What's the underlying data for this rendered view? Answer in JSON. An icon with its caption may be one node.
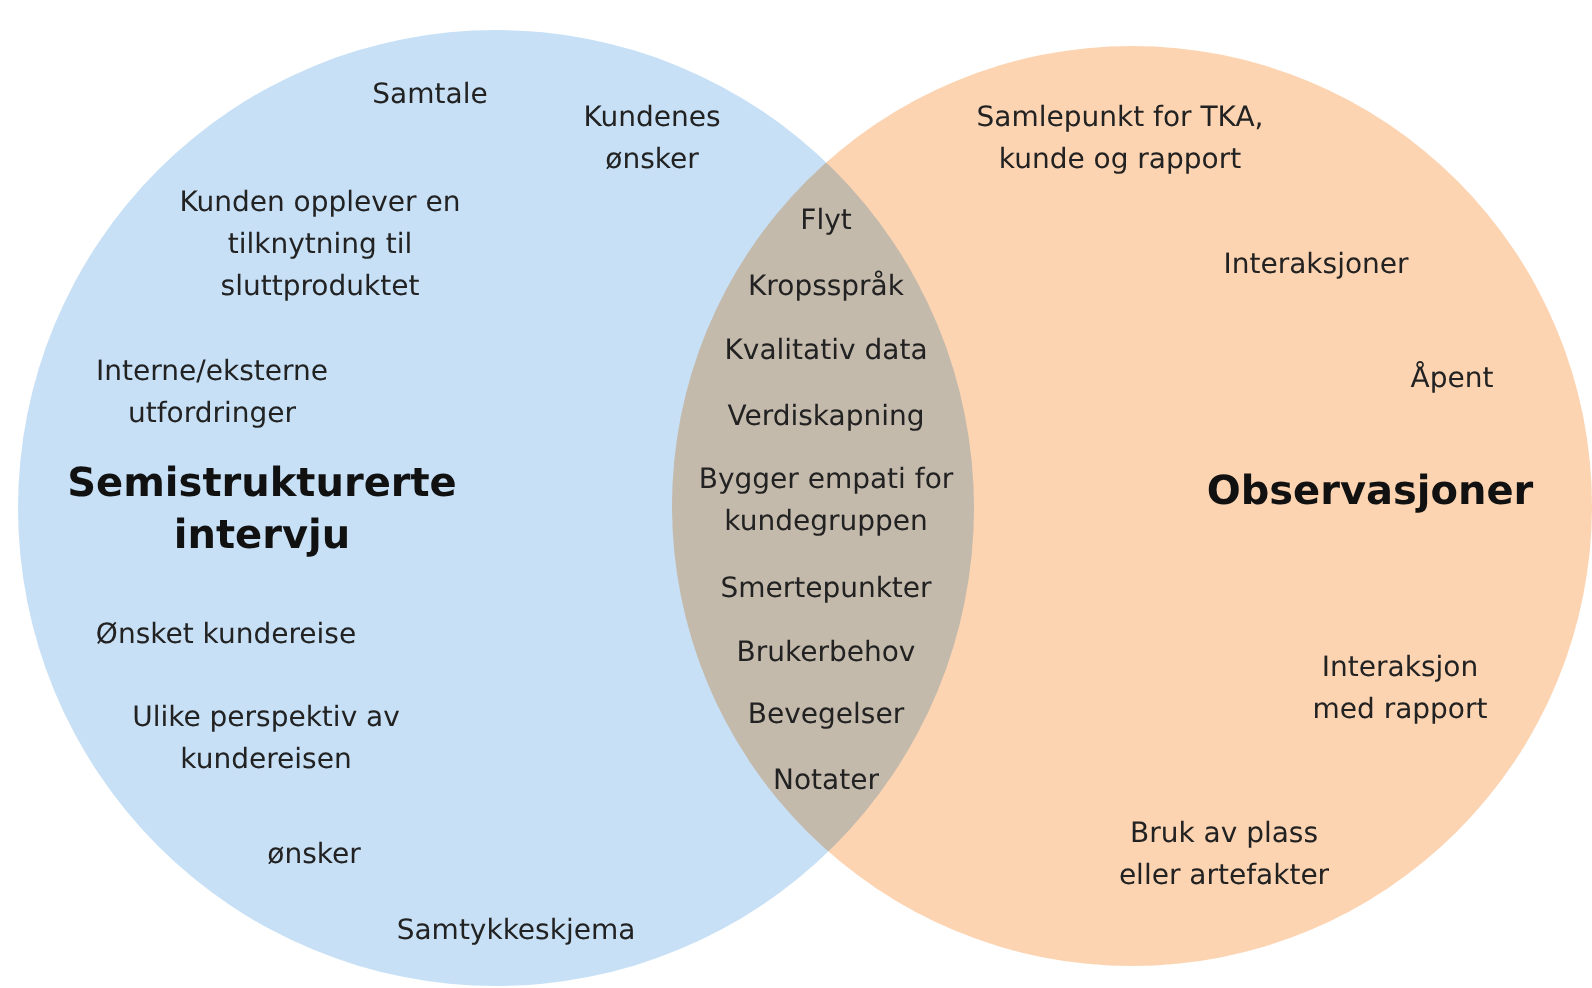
{
  "diagram": {
    "nodes": [
      {
        "text": [
          "Semistrukturerte intervju"
        ]
      },
      {
        "text": [
          "Observasjoner"
        ]
      }
    ],
    "edges": [],
    "labels": [
      "Samtale",
      "Kundenes ønsker",
      "Samlepunkt for TKA, kunde og rapport",
      "Kunden opplever en tilknytning til sluttproduktet",
      "Flyt",
      "Interaksjoner",
      "Kropsspråk",
      "Kvalitativ data",
      "Interne/eksterne utfordringer",
      "Åpent",
      "Verdiskapning",
      "Bygger empati for kundegruppen",
      "Smertepunkter",
      "Brukerbehov",
      "Ønsket kundereise",
      "Interaksjon med rapport",
      "Ulike perspektiv av kundereisen",
      "Bevegelser",
      "Notater",
      "ønsker",
      "Bruk av plass eller artefakter",
      "Samtykkeskjema"
    ]
  }
}
